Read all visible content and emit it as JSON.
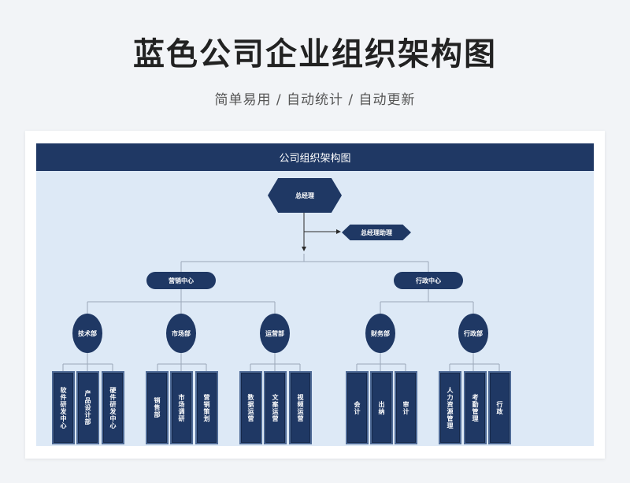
{
  "page": {
    "title": "蓝色公司企业组织架构图",
    "subtitle": "简单易用 / 自动统计 / 自动更新"
  },
  "chart": {
    "header": "公司组织架构图",
    "general_manager": "总经理",
    "assistant": "总经理助理",
    "centers": [
      {
        "label": "营销中心"
      },
      {
        "label": "行政中心"
      }
    ],
    "departments": [
      {
        "label": "技术部"
      },
      {
        "label": "市场部"
      },
      {
        "label": "运营部"
      },
      {
        "label": "财务部"
      },
      {
        "label": "行政部"
      }
    ],
    "teams": [
      {
        "label": "软件研发中心"
      },
      {
        "label": "产品设计部"
      },
      {
        "label": "硬件研发中心"
      },
      {
        "label": "销售部"
      },
      {
        "label": "市场调研"
      },
      {
        "label": "营销策划"
      },
      {
        "label": "数据运营"
      },
      {
        "label": "文案运营"
      },
      {
        "label": "视频运营"
      },
      {
        "label": "会计"
      },
      {
        "label": "出纳"
      },
      {
        "label": "审计"
      },
      {
        "label": "人力资源管理"
      },
      {
        "label": "考勤管理"
      },
      {
        "label": "行政"
      }
    ]
  },
  "colors": {
    "node_fill": "#1f3864",
    "chart_background": "#dde9f6",
    "connector": "#9aa8b8"
  }
}
